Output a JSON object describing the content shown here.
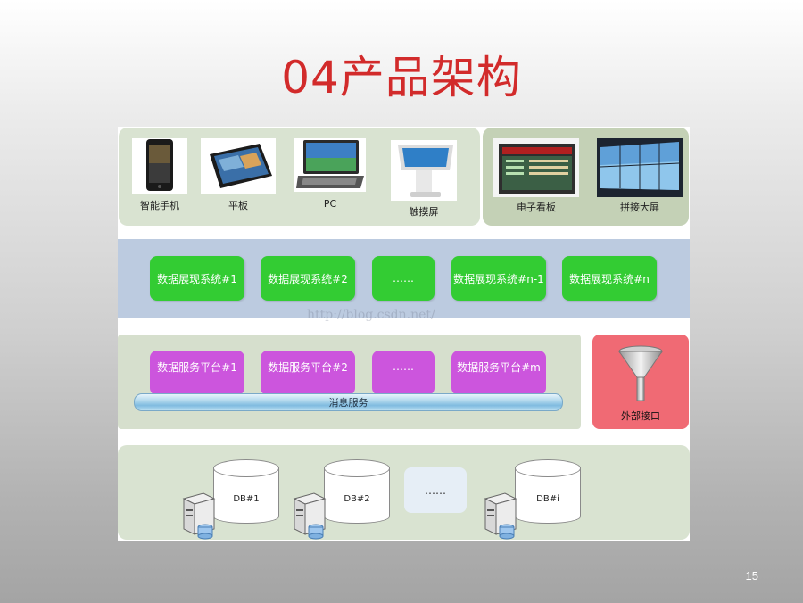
{
  "slide": {
    "title": "04产品架构",
    "page_number": "15"
  },
  "devices": [
    {
      "label": "智能手机",
      "icon": "smartphone-icon"
    },
    {
      "label": "平板",
      "icon": "tablet-icon"
    },
    {
      "label": "PC",
      "icon": "laptop-icon"
    },
    {
      "label": "触摸屏",
      "icon": "touchscreen-kiosk-icon"
    }
  ],
  "screens": [
    {
      "label": "电子看板",
      "icon": "dashboard-screen-icon"
    },
    {
      "label": "拼接大屏",
      "icon": "video-wall-icon"
    }
  ],
  "display_systems": [
    "数据展现系统#1",
    "数据展现系统#2",
    "……",
    "数据展现系统#n-1",
    "数据展现系统#n"
  ],
  "service_platforms": [
    "数据服务平台#1",
    "数据服务平台#2",
    "……",
    "数据服务平台#m"
  ],
  "message_bus": "消息服务",
  "external_interface": {
    "label": "外部接口",
    "icon": "funnel-icon"
  },
  "databases": [
    "DB#1",
    "DB#2",
    "DB#i"
  ],
  "db_ellipsis": "……",
  "watermark": "http://blog.csdn.net/",
  "colors": {
    "title": "#d22b2b",
    "display_box": "#33cc33",
    "service_box": "#cc55dd",
    "display_band": "#bccbe0",
    "external_panel": "#f06a74"
  }
}
